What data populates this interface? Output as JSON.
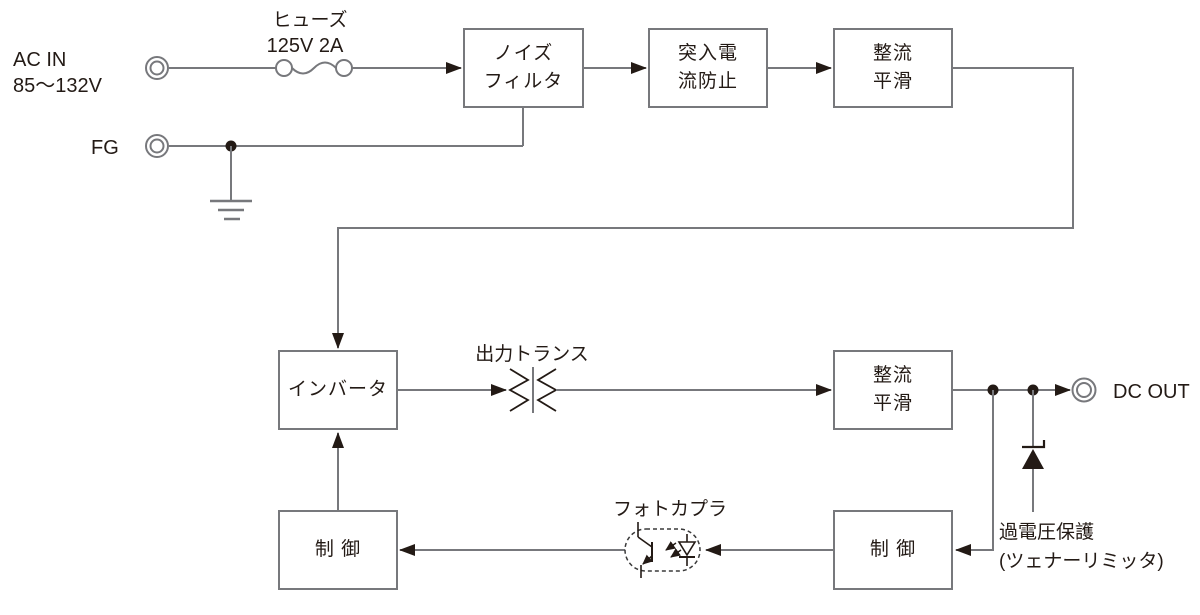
{
  "diagram_type": "power-supply-block-diagram",
  "colors": {
    "line_gray": "#77787c",
    "ink_black": "#231a15",
    "background": "#ffffff"
  },
  "terminals": {
    "ac_in_line1": "AC IN",
    "ac_in_line2": "85～132V",
    "fg": "FG",
    "dc_out": "DC OUT"
  },
  "components": {
    "fuse_name": "ヒューズ",
    "fuse_rating": "125V 2A",
    "transformer": "出力トランス",
    "photocoupler": "フォトカプラ",
    "ovp_line1": "過電圧保護",
    "ovp_line2": "(ツェナーリミッタ)"
  },
  "blocks": {
    "noise_filter": {
      "line1": "ノイズ",
      "line2": "フィルタ"
    },
    "inrush": {
      "line1": "突入電",
      "line2": "流防止"
    },
    "rectify_top": {
      "line1": "整流",
      "line2": "平滑"
    },
    "inverter": {
      "line1": "インバータ"
    },
    "rectify_out": {
      "line1": "整流",
      "line2": "平滑"
    },
    "control_left": {
      "line1": "制 御"
    },
    "control_right": {
      "line1": "制 御"
    }
  },
  "icons": {
    "ac_in_connector": "double-circle-terminal",
    "fg_connector": "double-circle-terminal",
    "dc_out_connector": "double-circle-terminal",
    "fuse_symbol": "two-circles-with-wave",
    "ground_symbol": "three-bar-earth",
    "transformer_symbol": "windings-with-core",
    "zener_symbol": "zener-diode-up",
    "photocoupler_symbol": "led-and-phototransistor-in-dashed-capsule"
  }
}
